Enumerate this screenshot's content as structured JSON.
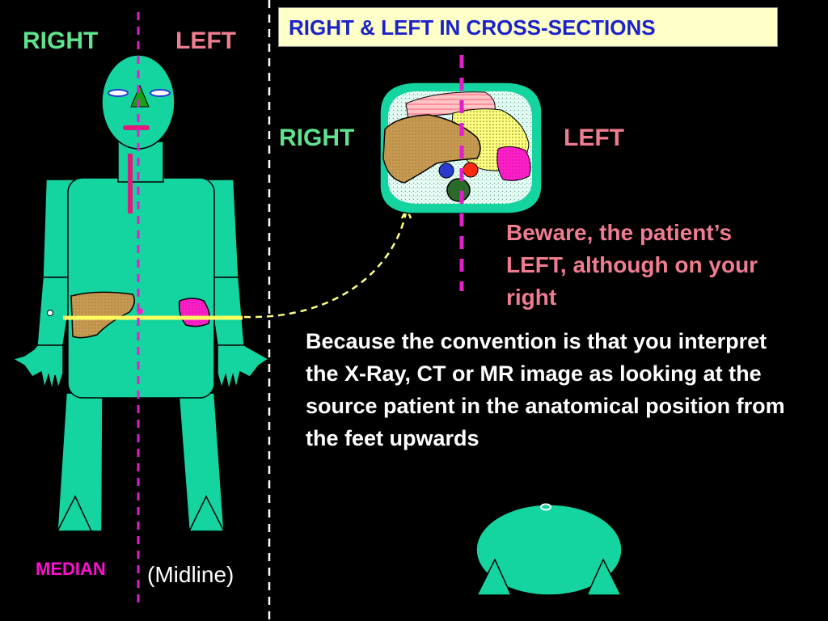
{
  "labels": {
    "body_right": "RIGHT",
    "body_left": "LEFT",
    "title": "RIGHT & LEFT IN CROSS-SECTIONS",
    "cross_right": "RIGHT",
    "cross_left": "LEFT",
    "warning": "Beware, the patient’s LEFT, although on your right",
    "explanation": "Because the convention is that you interpret the X-Ray, CT or MR image as looking at the source patient in the anatomical position from the feet upwards",
    "median": "MEDIAN",
    "midline": "(Midline)"
  },
  "colors": {
    "background": "#000000",
    "body": "#14d4a0",
    "side_label_green": "#5fe38f",
    "side_label_pink": "#f07c90",
    "title_bg": "#ffffc8",
    "title_text": "#1a22c8",
    "warning_text": "#f07c90",
    "explanation_text": "#ffffff",
    "midline": "#e0208c",
    "median_text": "#ff10d0",
    "liver": "#c79a52",
    "stomach": "#ff1fc8",
    "axis_line": "#ffff60"
  }
}
